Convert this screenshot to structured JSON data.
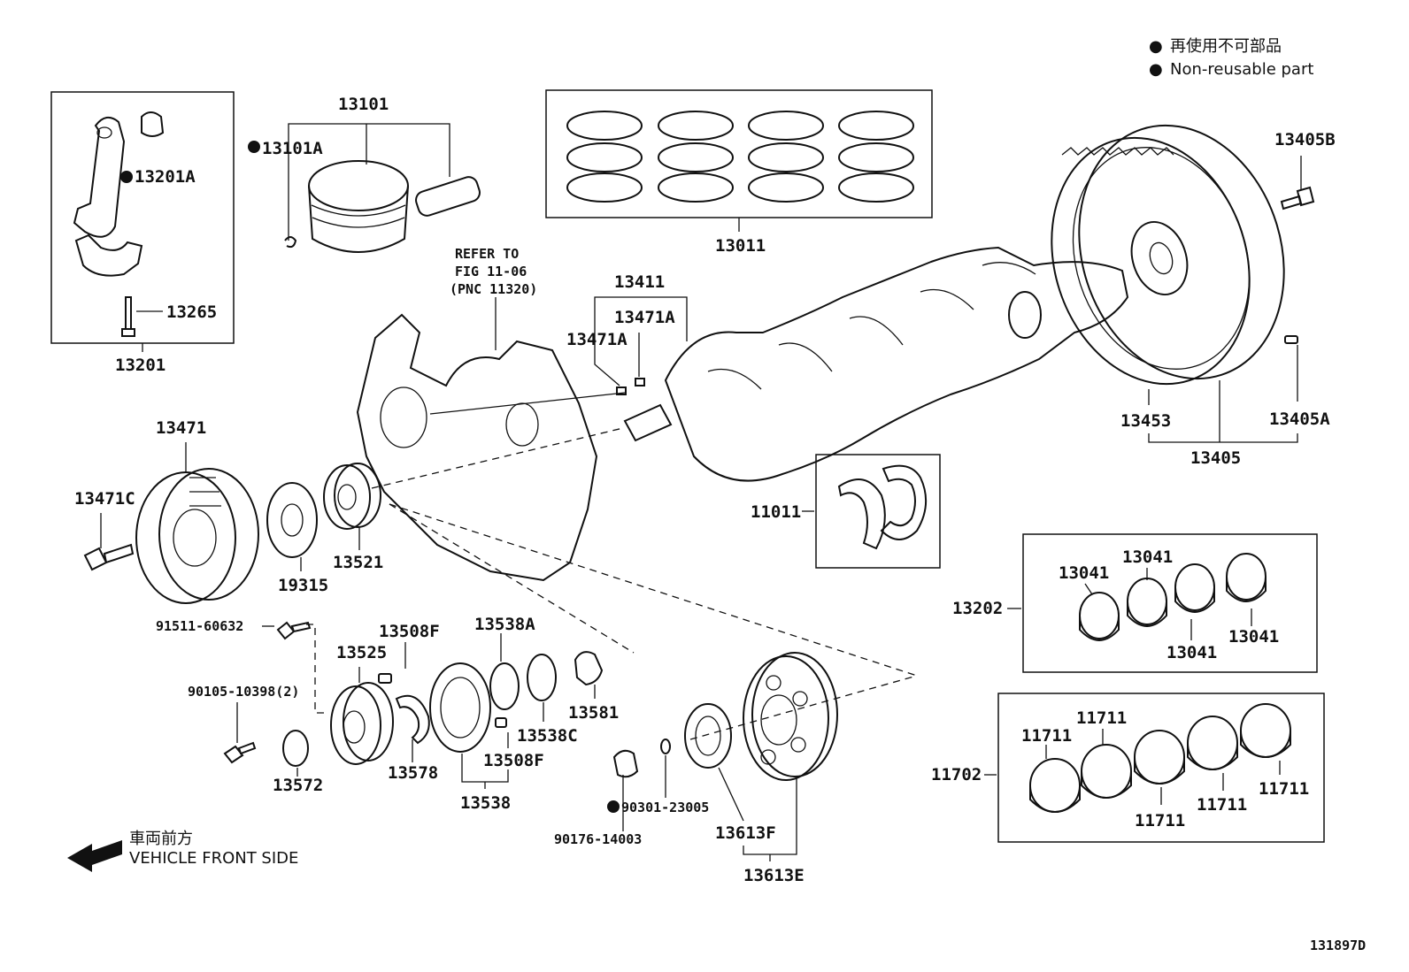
{
  "legend": {
    "bullet_symbol": "●",
    "line_ja": "再使用不可部品",
    "line_en": "Non-reusable part"
  },
  "direction": {
    "line_ja": "車両前方",
    "line_en": "VEHICLE FRONT SIDE"
  },
  "reference_note": [
    "REFER TO",
    "FIG 11-06",
    "(PNC 11320)"
  ],
  "figure_id": "131897D",
  "labels": {
    "p13101": "13101",
    "p13101A": "13101A",
    "p13201A": "13201A",
    "p13265": "13265",
    "p13201": "13201",
    "p13011": "13011",
    "p13405B": "13405B",
    "p13411": "13411",
    "p13471A_a": "13471A",
    "p13471A_b": "13471A",
    "p13453": "13453",
    "p13405A": "13405A",
    "p13405": "13405",
    "p13471": "13471",
    "p13471C": "13471C",
    "p19315": "19315",
    "p13521": "13521",
    "p11011": "11011",
    "p13202": "13202",
    "p13041_a": "13041",
    "p13041_b": "13041",
    "p13041_c": "13041",
    "p13041_d": "13041",
    "p91511": "91511-60632",
    "p13508F_a": "13508F",
    "p13538A": "13538A",
    "p13525": "13525",
    "p90105": "90105-10398(2)",
    "p13581": "13581",
    "p13538C": "13538C",
    "p13508F_b": "13508F",
    "p13572": "13572",
    "p13578": "13578",
    "p13538": "13538",
    "p90301": "90301-23005",
    "p90176": "90176-14003",
    "p13613F": "13613F",
    "p13613E": "13613E",
    "p11702": "11702",
    "p11711_a": "11711",
    "p11711_b": "11711",
    "p11711_c": "11711",
    "p11711_d": "11711",
    "p11711_e": "11711"
  }
}
